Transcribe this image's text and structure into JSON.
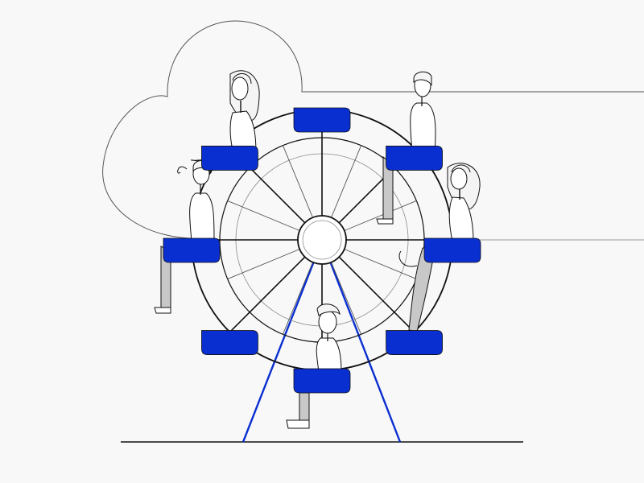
{
  "scene": {
    "subject": "ferris-wheel",
    "colors": {
      "background": "#f8f8f9",
      "line": "#111111",
      "thin_line": "#555555",
      "faint_line": "#9a9a9a",
      "accent_blue": "#0a2fd1",
      "figure_fill": "#ffffff",
      "hair": "#f4f4f4",
      "legs_grey": "#c8c8c8"
    },
    "wheel": {
      "spokes": 16,
      "cabins": 8
    },
    "riders": [
      {
        "id": "woman-top-left",
        "cabin": 5,
        "type": "woman"
      },
      {
        "id": "man-top-right",
        "cabin": 7,
        "type": "man"
      },
      {
        "id": "man-left",
        "cabin": 4,
        "type": "man"
      },
      {
        "id": "woman-right",
        "cabin": 0,
        "type": "woman"
      },
      {
        "id": "boy-bottom",
        "cabin": 2,
        "type": "boy"
      }
    ]
  }
}
